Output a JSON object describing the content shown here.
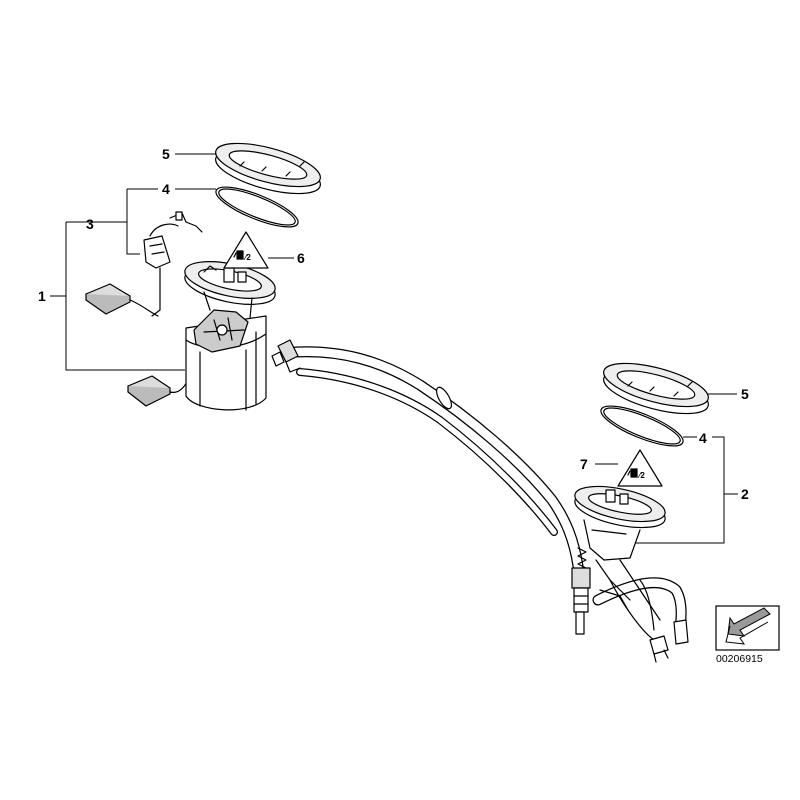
{
  "callouts": {
    "c1": "1",
    "c2": "2",
    "c3": "3",
    "c4_left": "4",
    "c4_right": "4",
    "c5_left": "5",
    "c5_right": "5",
    "c6": "6",
    "c7": "7"
  },
  "doc_number": "00206915",
  "icons": [
    "fuel-pump-warning-icon",
    "direction-arrow-icon"
  ],
  "colors": {
    "line": "#000000",
    "background": "#ffffff",
    "part_fill": "#ffffff",
    "shade": "#dddddd"
  }
}
